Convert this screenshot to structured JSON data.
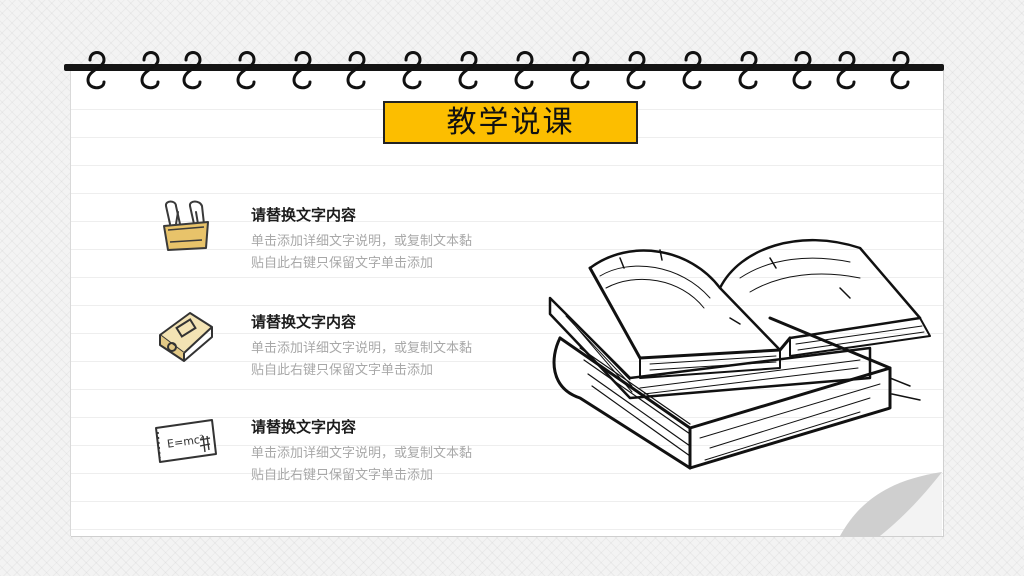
{
  "slide": {
    "title": "教学说课",
    "accent_color": "#fcbe00"
  },
  "items": [
    {
      "icon": "binder-clip-icon",
      "heading": "请替换文字内容",
      "line1": "单击添加详细文字说明，或复制文本黏",
      "line2": "贴自此右键只保留文字单击添加"
    },
    {
      "icon": "pencil-sharpener-icon",
      "heading": "请替换文字内容",
      "line1": "单击添加详细文字说明，或复制文本黏",
      "line2": "贴自此右键只保留文字单击添加"
    },
    {
      "icon": "formula-note-icon",
      "heading": "请替换文字内容",
      "line1": "单击添加详细文字说明，或复制文本黏",
      "line2": "贴自此右键只保留文字单击添加",
      "formula": "E=mc²"
    }
  ]
}
